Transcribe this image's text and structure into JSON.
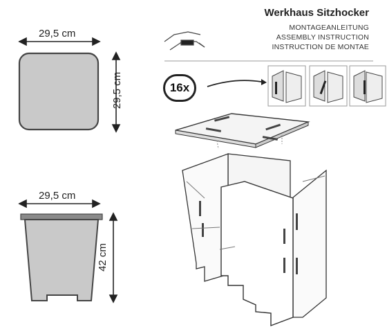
{
  "header": {
    "title": "Werkhaus Sitzhocker",
    "line1": "MONTAGEANLEITUNG",
    "line2": "ASSEMBLY INSTRUCTION",
    "line3": "INSTRUCTION DE MONTAE"
  },
  "top_view": {
    "width_label": "29,5 cm",
    "depth_label": "29,5 cm"
  },
  "side_view": {
    "width_label": "29,5 cm",
    "height_label": "42 cm"
  },
  "steps": {
    "count_label": "16x"
  },
  "colors": {
    "panel_bg": "#efefef",
    "panel_border": "#6a6a6a",
    "shape_fill": "#c9c9c9",
    "shape_stroke": "#444444"
  }
}
